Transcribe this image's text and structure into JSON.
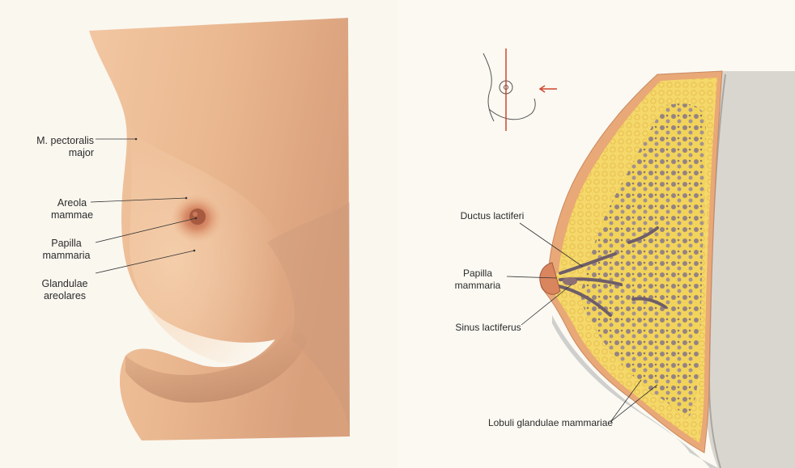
{
  "left_figure": {
    "labels": {
      "pectoralis": "M. pectoralis\nmajor",
      "areola": "Areola\nmammae",
      "papilla": "Papilla\nmammaria",
      "glandulae": "Glandulae\nareolares"
    }
  },
  "right_figure": {
    "labels": {
      "ductus": "Ductus lactiferi",
      "papilla": "Papilla\nmammaria",
      "sinus": "Sinus lactiferus",
      "lobuli": "Lobuli glandulae mammariae"
    }
  },
  "colors": {
    "skin": "#e8b48c",
    "fat": "#f2d45a",
    "gland": "#8a7a86",
    "accent": "#d0452e"
  }
}
